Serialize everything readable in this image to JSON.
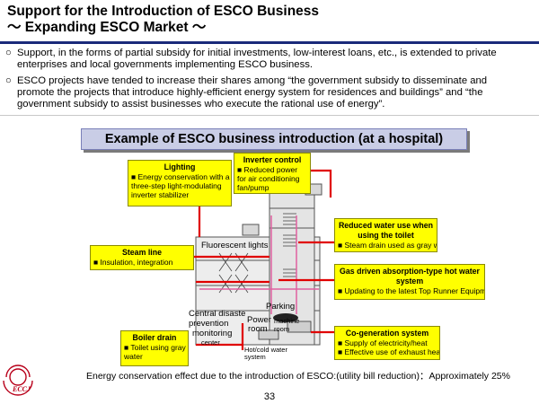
{
  "title": {
    "line1": "Support for the Introduction of ESCO Business",
    "line2": "〜 Expanding ESCO Market 〜"
  },
  "bullets": [
    {
      "mark": "○",
      "lines": [
        "Support, in the forms of partial subsidy for initial investments, low-interest loans, etc., is extended to private",
        "enterprises and local governments implementing ESCO business."
      ]
    },
    {
      "mark": "○",
      "lines": [
        " ESCO projects have tended to increase their shares among “the government subsidy to disseminate and",
        "promote the projects that introduce highly-efficient energy system for residences and buildings” and “the",
        "government subsidy to assist businesses who execute the rational use of energy”."
      ]
    }
  ],
  "banner": "Example of ESCO business introduction (at a hospital)",
  "callouts": {
    "lighting": {
      "heading": "Lighting",
      "body": [
        "■ Energy conservation with a",
        "three-step light-modulating",
        "inverter stabilizer"
      ]
    },
    "inverter": {
      "heading": "Inverter control",
      "body": [
        "■  Reduced power",
        "for air conditioning",
        "fan/pump"
      ]
    },
    "water": {
      "heading": "Reduced water use when",
      "heading2": "using the toilet",
      "body": [
        "■  Steam drain used as gray water"
      ]
    },
    "gas": {
      "heading": "Gas driven absorption-type hot water",
      "heading2": "system",
      "body": [
        "■ Updating to the latest Top Runner  Equipment"
      ]
    },
    "steam": {
      "heading": "Steam line",
      "body": [
        "■  Insulation, integration"
      ]
    },
    "boiler": {
      "heading": "Boiler drain",
      "body": [
        "■  Toilet using gray",
        "water"
      ]
    },
    "cogen": {
      "heading": "Co-generation system",
      "body": [
        "■ Supply of electricity/heat",
        "■  Effective use of exhaust heat"
      ]
    }
  },
  "building_labels": {
    "fluorescent": "Fluorescent lights",
    "central_l1": "Central disaste",
    "central_l2": "prevention",
    "central_l3": "monitoring",
    "central_l4": "center",
    "parking": "Parking",
    "power_l1": "Power",
    "power_l2": "room",
    "machine": "machine",
    "room": "room",
    "hotcold_l1": "Hot/cold water",
    "hotcold_l2": "system"
  },
  "footer_note": "Energy conservation effect due to the introduction of ESCO:(utility bill reduction)：Approximately 25%",
  "page_number": "33",
  "logo_text": "ECCJ",
  "colors": {
    "title_rule": "#1a2a7a",
    "banner_fill": "#c9cde6",
    "callout_fill": "#ffff00",
    "arrow_red": "#e00000",
    "logo_red": "#b8001a"
  }
}
